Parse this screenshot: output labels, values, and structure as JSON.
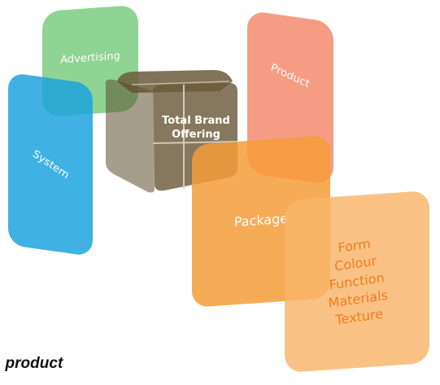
{
  "diagram": {
    "panels": {
      "advertising": {
        "label": "Advertising",
        "color": "#7ccc7e"
      },
      "system": {
        "label": "System",
        "color": "#29a8e0"
      },
      "product": {
        "label": "Product",
        "color": "#f4876a"
      },
      "package": {
        "label": "Package",
        "color": "#f5a043"
      },
      "attributes": {
        "color": "#f8b86c",
        "items": [
          "Form",
          "Colour",
          "Function",
          "Materials",
          "Texture"
        ]
      }
    },
    "center": {
      "line1": "Total Brand",
      "line2": "Offering",
      "color": "#6b5a3a"
    }
  },
  "caption_fragment": ", product"
}
